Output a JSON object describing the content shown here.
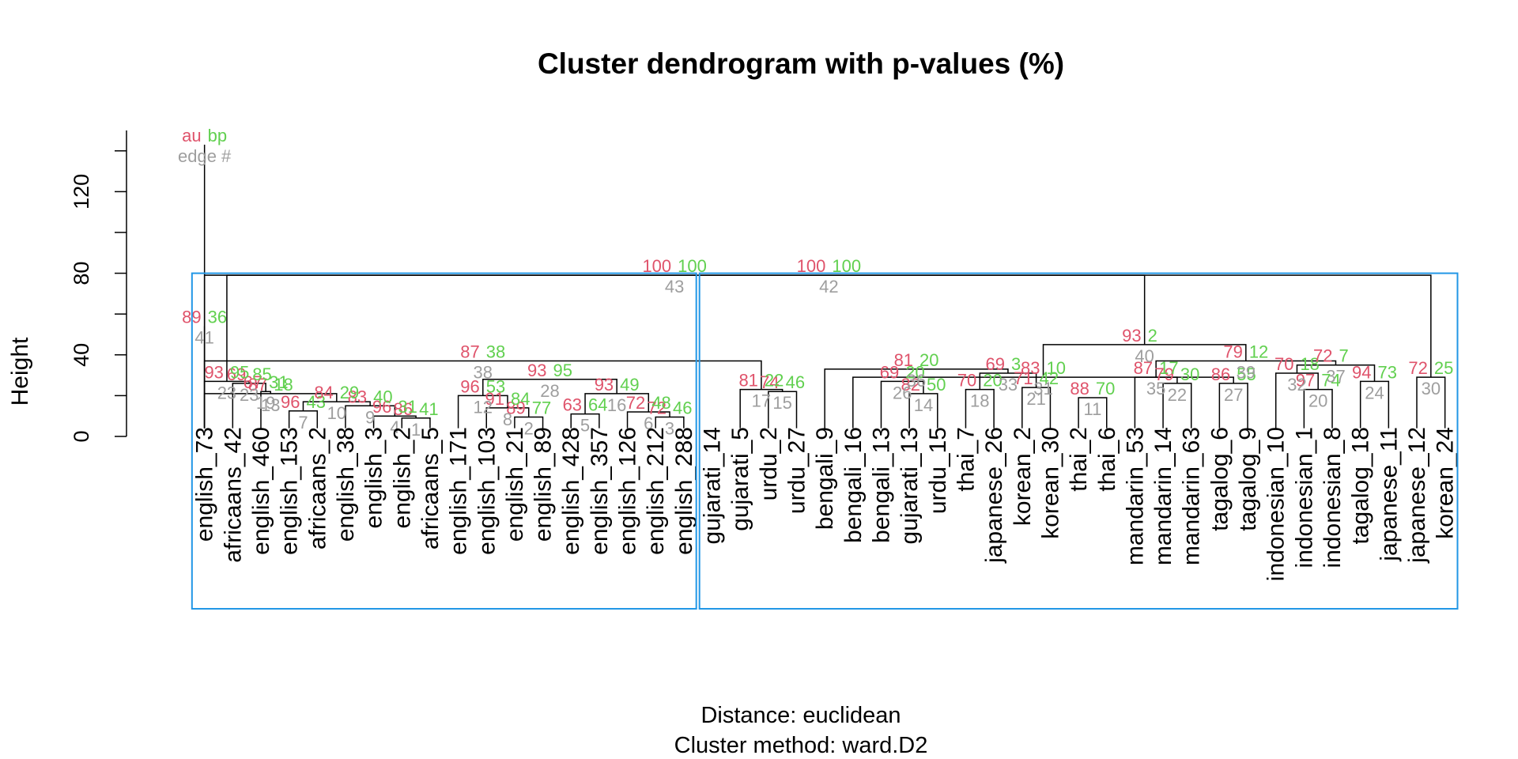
{
  "chart_data": {
    "type": "dendrogram",
    "title": "Cluster dendrogram with p-values (%)",
    "ylabel": "Height",
    "xlabel": "",
    "subtitle_lines": [
      "Distance:  euclidean",
      "Cluster method: ward.D2"
    ],
    "ylim": [
      0,
      150
    ],
    "y_ticks": [
      0,
      40,
      80,
      120
    ],
    "y_minor_ticks": [
      20,
      60,
      100,
      140
    ],
    "legend_labels": {
      "au": "au",
      "bp": "bp",
      "edge": "edge #"
    },
    "colors": {
      "au": "#DF536B",
      "bp": "#61D04F",
      "edge": "#9E9E9E",
      "rect": "#2297E6",
      "line": "#000000"
    },
    "leaves": [
      "english_73",
      "africaans_42",
      "english_460",
      "english_153",
      "africaans_2",
      "english_38",
      "english_3",
      "english_2",
      "africaans_5",
      "english_171",
      "english_103",
      "english_21",
      "english_89",
      "english_428",
      "english_357",
      "english_126",
      "english_212",
      "english_288",
      "gujarati_14",
      "gujarati_5",
      "urdu_2",
      "urdu_27",
      "bengali_9",
      "bengali_16",
      "bengali_13",
      "gujarati_13",
      "urdu_15",
      "thai_7",
      "japanese_26",
      "korean_2",
      "korean_30",
      "thai_2",
      "thai_6",
      "mandarin_53",
      "mandarin_14",
      "mandarin_63",
      "tagalog_6",
      "tagalog_9",
      "indonesian_10",
      "indonesian_1",
      "indonesian_8",
      "tagalog_18",
      "japanese_11",
      "japanese_12",
      "korean_24"
    ],
    "merges": [
      {
        "a": "L8",
        "b": "L9",
        "h": 9,
        "au": 86,
        "bp": 41,
        "edge": 1
      },
      {
        "a": "L13",
        "b": "L12",
        "h": 9.5,
        "au": 89,
        "bp": 77,
        "edge": 2
      },
      {
        "a": "L18",
        "b": "L17",
        "h": 9.5,
        "au": 72,
        "bp": 46,
        "edge": 3
      },
      {
        "a": "L7",
        "b": "m1",
        "h": 10,
        "au": 96,
        "bp": 31,
        "edge": 4
      },
      {
        "a": "L14",
        "b": "L15",
        "h": 11,
        "au": 63,
        "bp": 64,
        "edge": 5
      },
      {
        "a": "L16",
        "b": "m3",
        "h": 12,
        "au": 72,
        "bp": 48,
        "edge": 6
      },
      {
        "a": "L4",
        "b": "L5",
        "h": 12.5,
        "au": 96,
        "bp": 43,
        "edge": 7
      },
      {
        "a": "L11",
        "b": "m2",
        "h": 14,
        "au": 91,
        "bp": 84,
        "edge": 8
      },
      {
        "a": "L6",
        "b": "m4",
        "h": 15,
        "au": 83,
        "bp": 40,
        "edge": 9
      },
      {
        "a": "m7",
        "b": "m9",
        "h": 17,
        "au": 84,
        "bp": 29,
        "edge": 10
      },
      {
        "a": "L32",
        "b": "L33",
        "h": 19,
        "au": 88,
        "bp": 70,
        "edge": 11
      },
      {
        "a": "L10",
        "b": "m8",
        "h": 20,
        "au": 96,
        "bp": 53,
        "edge": 12
      },
      {
        "a": "m10",
        "b": "m7x",
        "h": 21,
        "au": 87,
        "bp": 18,
        "edge": 13
      },
      {
        "a": "L26",
        "b": "L27",
        "h": 21,
        "au": 82,
        "bp": 50,
        "edge": 14
      },
      {
        "a": "L21",
        "b": "L22",
        "h": 22,
        "au": 74,
        "bp": 46,
        "edge": 15
      },
      {
        "a": "m5",
        "b": "m6",
        "h": 21,
        "au": 93,
        "bp": 49,
        "edge": 16
      },
      {
        "a": "L20",
        "b": "m15",
        "h": 23,
        "au": 81,
        "bp": 22,
        "edge": 17
      },
      {
        "a": "L28",
        "b": "L29",
        "h": 23,
        "au": 70,
        "bp": 20,
        "edge": 18
      },
      {
        "a": "L3",
        "b": "m13",
        "h": 22,
        "au": 67,
        "bp": 31,
        "edge": 19
      },
      {
        "a": "L40",
        "b": "L41",
        "h": 23,
        "au": 97,
        "bp": 74,
        "edge": 20
      },
      {
        "a": "L30",
        "b": "L31",
        "h": 24,
        "au": 71,
        "bp": 42,
        "edge": 21
      },
      {
        "a": "L35",
        "b": "L36",
        "h": 26,
        "au": 79,
        "bp": 30,
        "edge": 22
      },
      {
        "a": "L2",
        "b": "m19",
        "h": 26,
        "au": 69,
        "bp": 85,
        "edge": 23
      },
      {
        "a": "L42",
        "b": "L43",
        "h": 27,
        "au": 94,
        "bp": 73,
        "edge": 24
      },
      {
        "a": "L25",
        "b": "m14",
        "h": 27,
        "au": 69,
        "bp": 20,
        "edge": 26
      },
      {
        "a": "L37",
        "b": "L38",
        "h": 26,
        "au": 86,
        "bp": 55,
        "edge": 27
      },
      {
        "a": "m12",
        "b": "m16",
        "h": 28,
        "au": 93,
        "bp": 95,
        "edge": 28
      },
      {
        "a": "L44",
        "b": "L45",
        "h": 29,
        "au": 72,
        "bp": 25,
        "edge": 30
      },
      {
        "a": "L24",
        "b": "m26",
        "h": 29,
        "au": 83,
        "bp": 10,
        "edge": 31
      },
      {
        "a": "L39",
        "b": "m20",
        "h": 31,
        "au": 70,
        "bp": 18,
        "edge": 32
      },
      {
        "a": "m18",
        "b": "m21",
        "h": 31,
        "au": 69,
        "bp": 3,
        "edge": 33
      },
      {
        "a": "L1",
        "b": "m23",
        "h": 27,
        "au": 93,
        "bp": 95,
        "edge": 23
      },
      {
        "a": "L34",
        "b": "m22",
        "h": 29,
        "au": 87,
        "bp": 17,
        "edge": 35
      },
      {
        "a": "L23",
        "b": "m31",
        "h": 33,
        "au": 81,
        "bp": 20,
        "edge": 36
      },
      {
        "a": "m24",
        "b": "m30",
        "h": 35,
        "au": 72,
        "bp": 7,
        "edge": 37
      },
      {
        "a": "m17",
        "b": "m36",
        "h": 37,
        "au": 87,
        "bp": 38,
        "edge": 38
      },
      {
        "a": "m33",
        "b": "m35",
        "h": 37,
        "au": 79,
        "bp": 12,
        "edge": 39
      },
      {
        "a": "m29",
        "b": "m37",
        "h": 45,
        "au": 93,
        "bp": 2,
        "edge": 40
      },
      {
        "a": "m39",
        "b": "m40",
        "h": 54,
        "au": 89,
        "bp": 36,
        "edge": 41
      },
      {
        "a": "m32",
        "b": "m28",
        "h": 79,
        "au": 100,
        "bp": 100,
        "edge": 42
      },
      {
        "a": "m38",
        "b": "m41",
        "h": 79,
        "au": 100,
        "bp": 100,
        "edge": 43
      },
      {
        "a": "m42",
        "b": "m43",
        "h": 143,
        "au": "",
        "bp": "",
        "edge": ""
      }
    ],
    "clusters": [
      {
        "leaves": [
          1,
          18
        ]
      },
      {
        "leaves": [
          19,
          45
        ]
      }
    ]
  }
}
